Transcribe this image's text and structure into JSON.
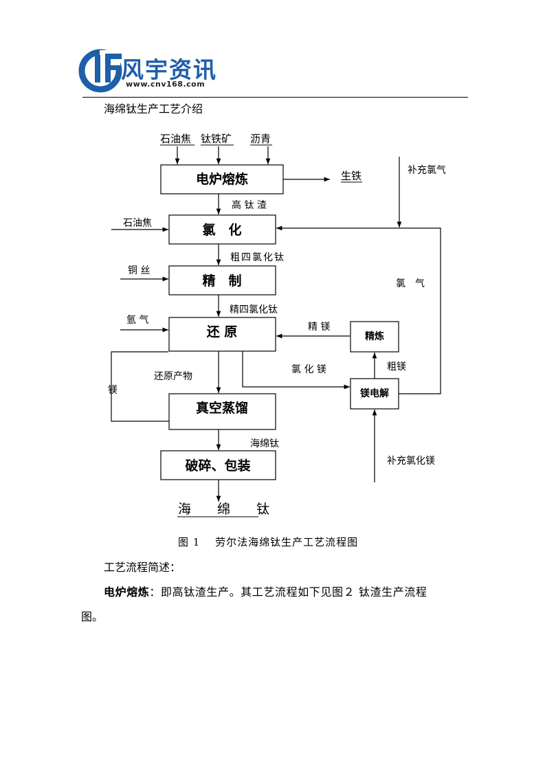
{
  "logo": {
    "name": "风宇资讯",
    "url": "www.cnv168.com",
    "colors": {
      "blue": "#1d5fa8",
      "dark": "#222222"
    }
  },
  "heading": "海绵钛生产工艺介绍",
  "flowchart": {
    "raw_materials": [
      "石油焦",
      "钛铁矿",
      "沥青"
    ],
    "boxes": {
      "smelting": "电炉熔炼",
      "chlorination": "氯　化",
      "refining": "精　制",
      "reduction": "还 原",
      "distillation": "真空蒸馏",
      "crushing": "破碎、包装",
      "mg_refining": "精炼",
      "mg_electrolysis": "镁电解"
    },
    "labels": {
      "pig_iron": "生铁",
      "supplement_chlorine": "补充氯气",
      "high_ti_slag": "高 钛 渣",
      "petroleum_coke": "石油焦",
      "crude_ticl4": "粗四氯化钛",
      "copper_wire": "铜 丝",
      "chlorine_gas_right": "氯　气",
      "pure_ticl4": "精四氯化钛",
      "argon": "氩 气",
      "refined_mg": "精 镁",
      "reduction_product": "还原产物",
      "mgcl2": "氯 化 镁",
      "crude_mg": "粗镁",
      "magnesium": "镁",
      "sponge_ti_small": "海绵钛",
      "supplement_mgcl2": "补充氯化镁",
      "product": "海　　绵　　钛"
    }
  },
  "caption": "图 1　 劳尔法海绵钛生产工艺流程图",
  "paragraphs": {
    "p1": "工艺流程简述：",
    "p2_bold": "电炉熔炼",
    "p2_rest": "：即高钛渣生产。其工艺流程如下见图２ 钛渣生产流程",
    "p3": "图。"
  }
}
